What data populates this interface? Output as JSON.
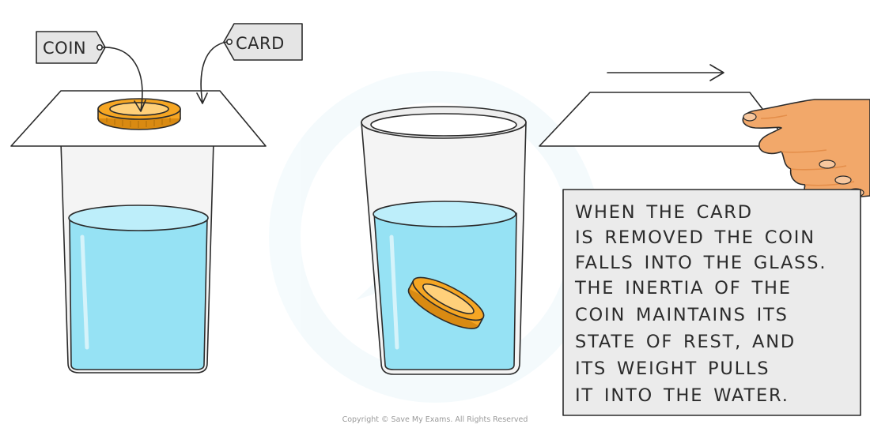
{
  "labels": {
    "coin": "COIN",
    "card": "CARD"
  },
  "explanation": {
    "lines": [
      "WHEN THE CARD",
      "IS REMOVED THE COIN",
      "FALLS INTO THE GLASS.",
      "THE INERTIA OF THE",
      "COIN MAINTAINS ITS",
      "STATE OF REST, AND",
      "ITS WEIGHT PULLS",
      "IT INTO THE WATER."
    ]
  },
  "copyright": "Copyright © Save My Exams. All Rights Reserved",
  "colors": {
    "water": "#96e2f4",
    "water_surface": "#bdeefa",
    "coin": "#f6a623",
    "coin_dark": "#d98a12",
    "coin_light": "#ffd07a",
    "tag_fill": "#e5e5e5",
    "explanation_fill": "#ebebeb",
    "skin": "#f2a86a",
    "skin_dark": "#e48e4a",
    "ink": "#2b2b2b"
  }
}
